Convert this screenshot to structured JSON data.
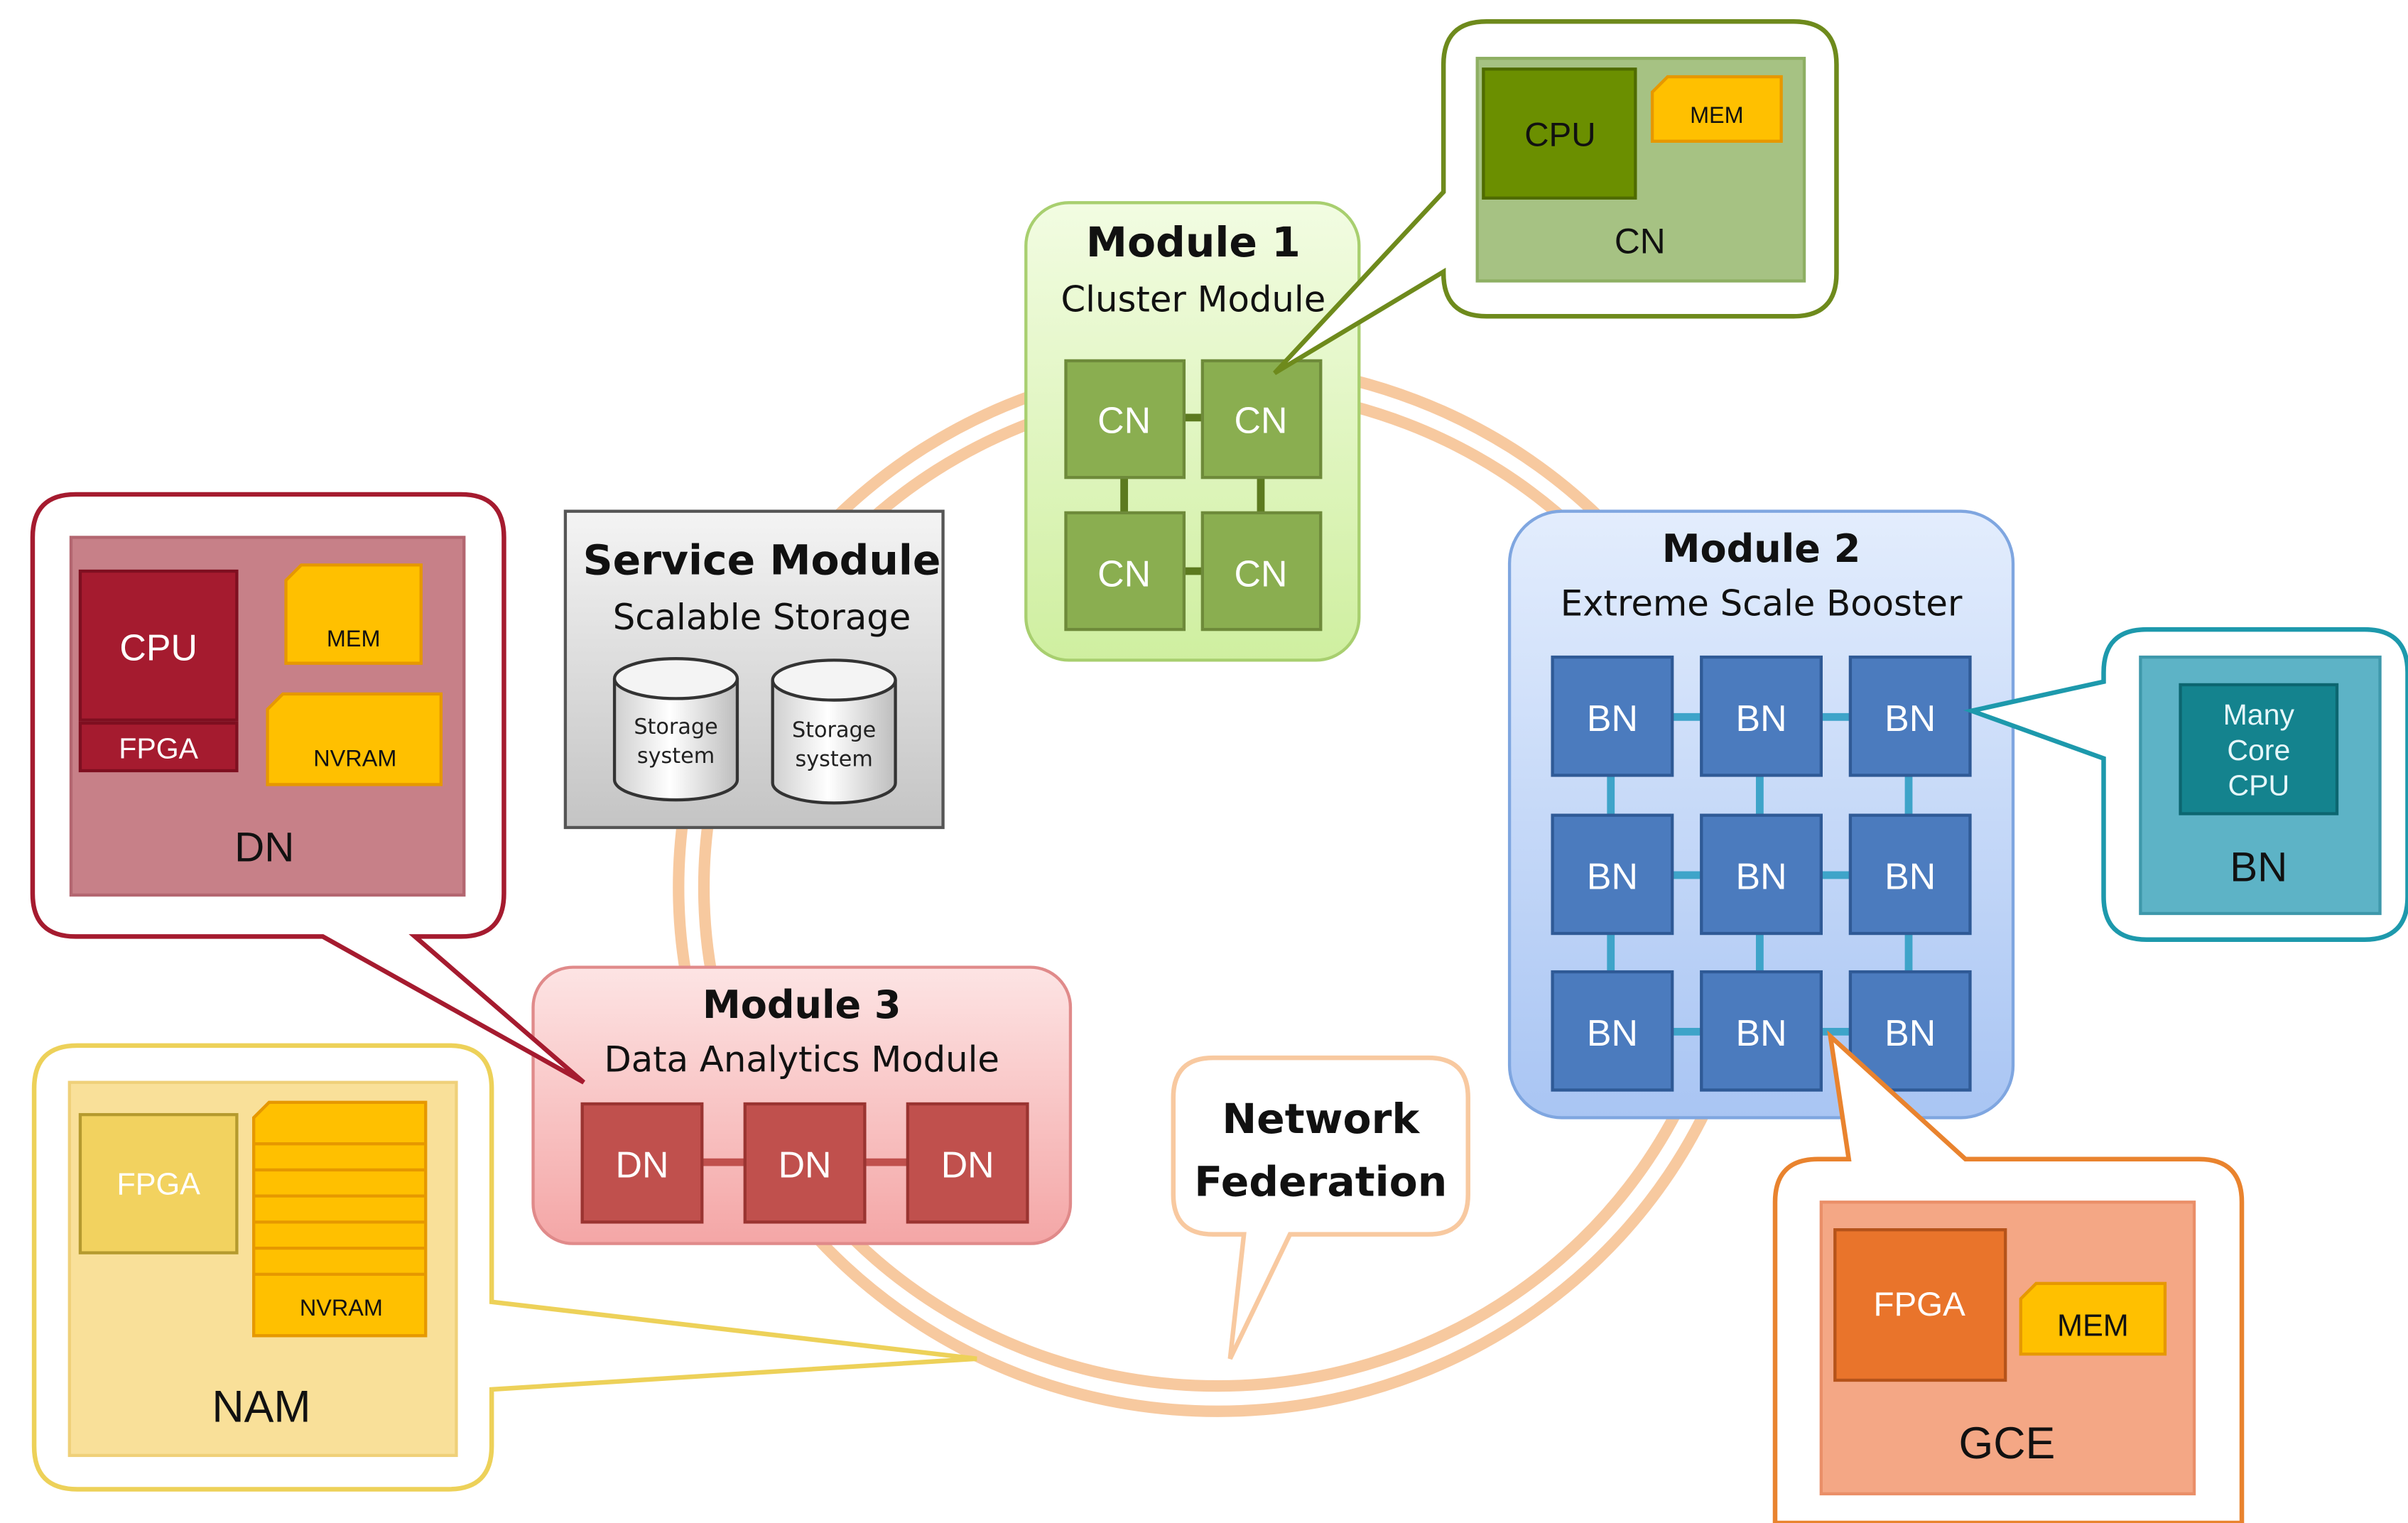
{
  "colors": {
    "ring": "#F6C08E",
    "green_fill": "#DDF5B5",
    "green_node": "#8AAE50",
    "green_dark": "#6E8A1C",
    "blue_fill": "#B9D0F7",
    "blue_node": "#4B7BBE",
    "red_fill": "#F7B8B8",
    "red_node": "#C0504D",
    "gray_fill": "#D6D6D6",
    "teal": "#2F9AAE",
    "nam_yellow": "#F2D25F",
    "gce_orange": "#E9832E"
  },
  "network": {
    "line1": "Network",
    "line2": "Federation"
  },
  "module1": {
    "title": "Module 1",
    "subtitle": "Cluster Module",
    "nodes": [
      "CN",
      "CN",
      "CN",
      "CN"
    ]
  },
  "module2": {
    "title": "Module 2",
    "subtitle": "Extreme Scale Booster",
    "nodes": [
      "BN",
      "BN",
      "BN",
      "BN",
      "BN",
      "BN",
      "BN",
      "BN",
      "BN"
    ]
  },
  "module3": {
    "title": "Module 3",
    "subtitle": "Data Analytics Module",
    "nodes": [
      "DN",
      "DN",
      "DN"
    ]
  },
  "service": {
    "title": "Service Module",
    "subtitle": "Scalable Storage",
    "storage1": {
      "line1": "Storage",
      "line2": "system"
    },
    "storage2": {
      "line1": "Storage",
      "line2": "system"
    }
  },
  "callout_cn": {
    "cpu": "CPU",
    "mem": "MEM",
    "label": "CN"
  },
  "callout_bn": {
    "line1": "Many",
    "line2": "Core",
    "line3": "CPU",
    "label": "BN"
  },
  "callout_dn": {
    "cpu": "CPU",
    "fpga": "FPGA",
    "mem": "MEM",
    "nvram": "NVRAM",
    "label": "DN"
  },
  "callout_nam": {
    "fpga": "FPGA",
    "nvram": "NVRAM",
    "label": "NAM"
  },
  "callout_gce": {
    "fpga": "FPGA",
    "mem": "MEM",
    "label": "GCE"
  }
}
